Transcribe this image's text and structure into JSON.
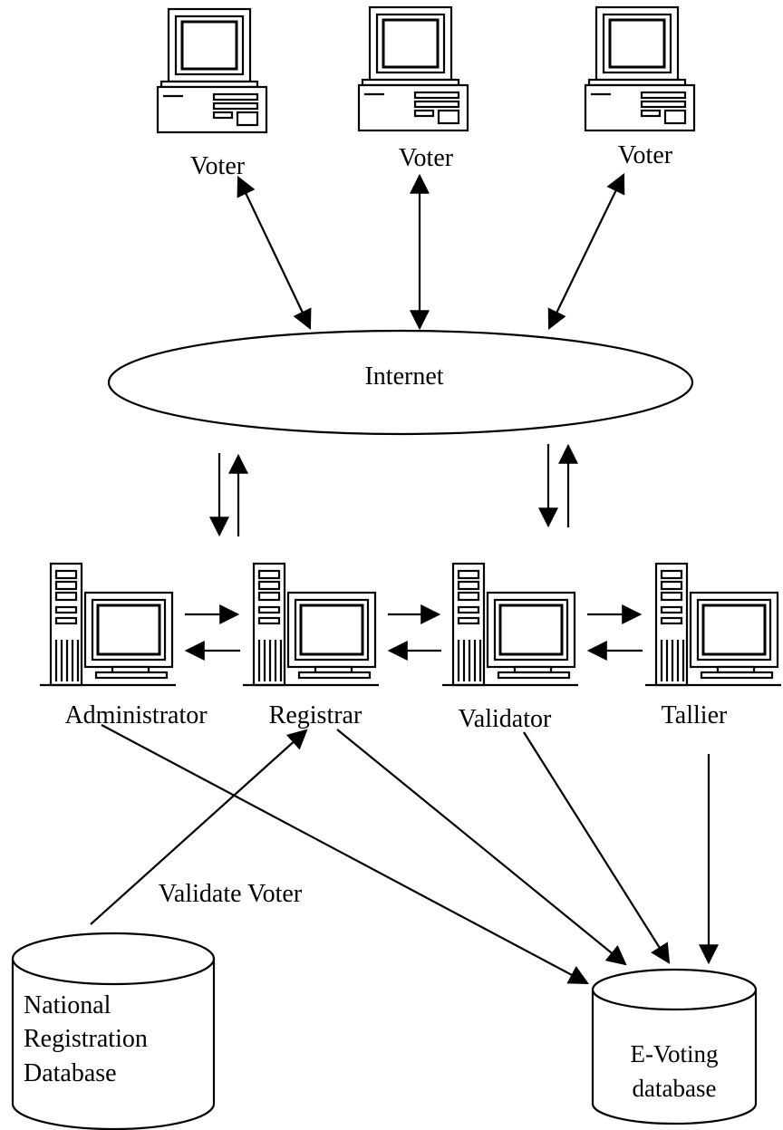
{
  "voters": [
    {
      "label": "Voter",
      "icon": "computer-icon"
    },
    {
      "label": "Voter",
      "icon": "computer-icon"
    },
    {
      "label": "Voter",
      "icon": "computer-icon"
    }
  ],
  "internet": {
    "label": "Internet"
  },
  "servers": [
    {
      "label": "Administrator",
      "icon": "server-workstation-icon"
    },
    {
      "label": "Registrar",
      "icon": "server-workstation-icon"
    },
    {
      "label": "Validator",
      "icon": "server-workstation-icon"
    },
    {
      "label": "Tallier",
      "icon": "server-workstation-icon"
    }
  ],
  "edge_labels": {
    "validate_voter": "Validate Voter"
  },
  "databases": {
    "national": {
      "line1": "National",
      "line2": "Registration",
      "line3": "Database"
    },
    "evoting": {
      "line1": "E-Voting",
      "line2": "database"
    }
  },
  "colors": {
    "stroke": "#000000",
    "background": "#ffffff"
  }
}
